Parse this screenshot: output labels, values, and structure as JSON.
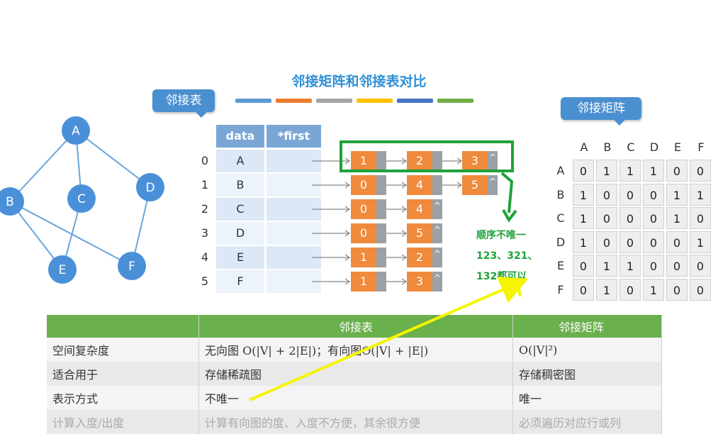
{
  "title": "邻接矩阵和邻接表对比",
  "bubbles": {
    "list": "邻接表",
    "matrix": "邻接矩阵"
  },
  "color_bar": [
    "#5b9bd5",
    "#ed7d31",
    "#a5a5a5",
    "#ffc000",
    "#4472c4",
    "#70ad47"
  ],
  "graph": {
    "nodes": [
      "A",
      "B",
      "C",
      "D",
      "E",
      "F"
    ],
    "edges": [
      [
        "A",
        "B"
      ],
      [
        "A",
        "C"
      ],
      [
        "A",
        "D"
      ],
      [
        "B",
        "E"
      ],
      [
        "B",
        "F"
      ],
      [
        "C",
        "E"
      ],
      [
        "D",
        "F"
      ]
    ]
  },
  "vertex_table": {
    "headers": [
      "data",
      "*first"
    ],
    "indices": [
      "0",
      "1",
      "2",
      "3",
      "4",
      "5"
    ],
    "vertices": [
      "A",
      "B",
      "C",
      "D",
      "E",
      "F"
    ]
  },
  "adjacency_lists": [
    [
      "1",
      "2",
      "3"
    ],
    [
      "0",
      "4",
      "5"
    ],
    [
      "0",
      "4"
    ],
    [
      "0",
      "5"
    ],
    [
      "1",
      "2"
    ],
    [
      "1",
      "3"
    ]
  ],
  "null_marker": "^",
  "note": [
    "顺序不唯一",
    "123、321、",
    "132都可以"
  ],
  "matrix": {
    "columns": [
      "A",
      "B",
      "C",
      "D",
      "E",
      "F"
    ],
    "rows": [
      "A",
      "B",
      "C",
      "D",
      "E",
      "F"
    ],
    "values": [
      [
        "0",
        "1",
        "1",
        "1",
        "0",
        "0"
      ],
      [
        "1",
        "0",
        "0",
        "0",
        "1",
        "1"
      ],
      [
        "1",
        "0",
        "0",
        "0",
        "1",
        "0"
      ],
      [
        "1",
        "0",
        "0",
        "0",
        "0",
        "1"
      ],
      [
        "0",
        "1",
        "1",
        "0",
        "0",
        "0"
      ],
      [
        "0",
        "1",
        "0",
        "1",
        "0",
        "0"
      ]
    ]
  },
  "comparison": {
    "headers": [
      "",
      "邻接表",
      "邻接矩阵"
    ],
    "rows": [
      [
        "空间复杂度",
        "无向图 O(|V| + 2|E|)；有向图O(|V| + |E|)",
        "O(|V|²)"
      ],
      [
        "适合用于",
        "存储稀疏图",
        "存储稠密图"
      ],
      [
        "表示方式",
        "不唯一",
        "唯一"
      ],
      [
        "计算入度/出度",
        "计算有向图的度、入度不方便，其余很方便",
        "必须遍历对应行或列"
      ]
    ]
  },
  "colors": {
    "highlight_box": "#1fa23a",
    "annotation_line": "#f5f500",
    "node": "#4a90d9",
    "list_node": "#f08a3c",
    "table_header": "#6ab04c"
  }
}
